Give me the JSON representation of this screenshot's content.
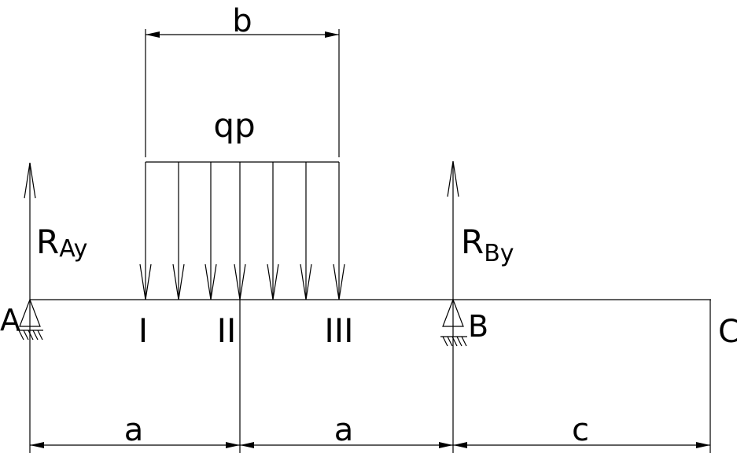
{
  "labels": {
    "dim_b": "b",
    "load": "qp",
    "reaction_a_main": "R",
    "reaction_a_sub": "Ay",
    "reaction_b_main": "R",
    "reaction_b_sub": "By",
    "point_a": "A",
    "point_b": "B",
    "point_c": "C",
    "section_1": "I",
    "section_2": "II",
    "section_3": "III",
    "dim_a1": "a",
    "dim_a2": "a",
    "dim_c": "c"
  },
  "colors": {
    "ink": "#000000",
    "background": "#ffffff"
  }
}
